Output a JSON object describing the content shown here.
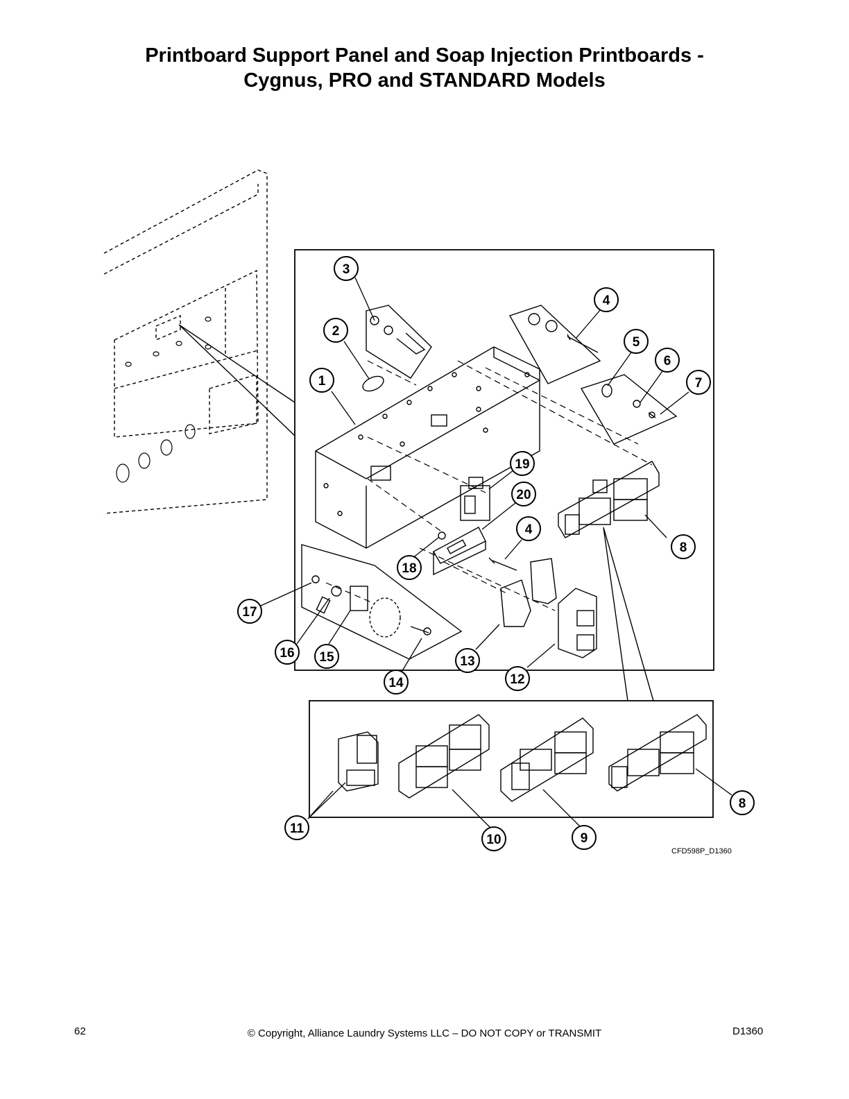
{
  "title": {
    "line1": "Printboard Support Panel and Soap Injection Printboards -",
    "line2": "Cygnus, PRO and STANDARD Models"
  },
  "diagram": {
    "reference": "CFD598P_D1360",
    "callouts": [
      "1",
      "2",
      "3",
      "4",
      "5",
      "6",
      "7",
      "8",
      "9",
      "10",
      "11",
      "12",
      "13",
      "14",
      "15",
      "16",
      "17",
      "18",
      "19",
      "20",
      "4",
      "8"
    ]
  },
  "footer": {
    "page_number": "62",
    "copyright": "© Copyright, Alliance Laundry Systems LLC – DO NOT COPY or TRANSMIT",
    "doc_id": "D1360"
  }
}
